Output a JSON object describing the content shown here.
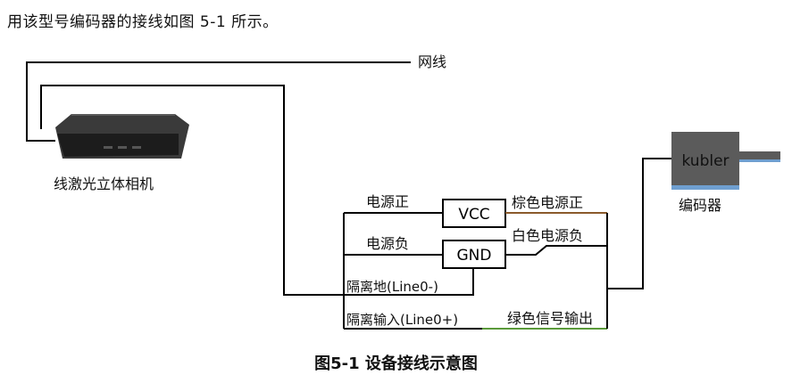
{
  "intro_text": "用该型号编码器的接线如图 5-1 所示。",
  "network_label": "网线",
  "camera_label": "线激光立体相机",
  "encoder": {
    "brand": "kubler",
    "label": "编码器"
  },
  "boxes": {
    "vcc": "VCC",
    "gnd": "GND"
  },
  "left_labels": {
    "power_pos": "电源正",
    "power_neg": "电源负",
    "iso_ground": "隔离地(Line0-)",
    "iso_input": "隔离输入(Line0+)"
  },
  "right_labels": {
    "brown_power_pos": "棕色电源正",
    "white_power_neg": "白色电源负",
    "green_signal_out": "绿色信号输出"
  },
  "wire_colors": {
    "brown": "#8a5a2b",
    "green": "#5a9a3a",
    "black": "#000000",
    "encoder_accent": "#6f9fd0"
  },
  "caption": "图5-1  设备接线示意图"
}
